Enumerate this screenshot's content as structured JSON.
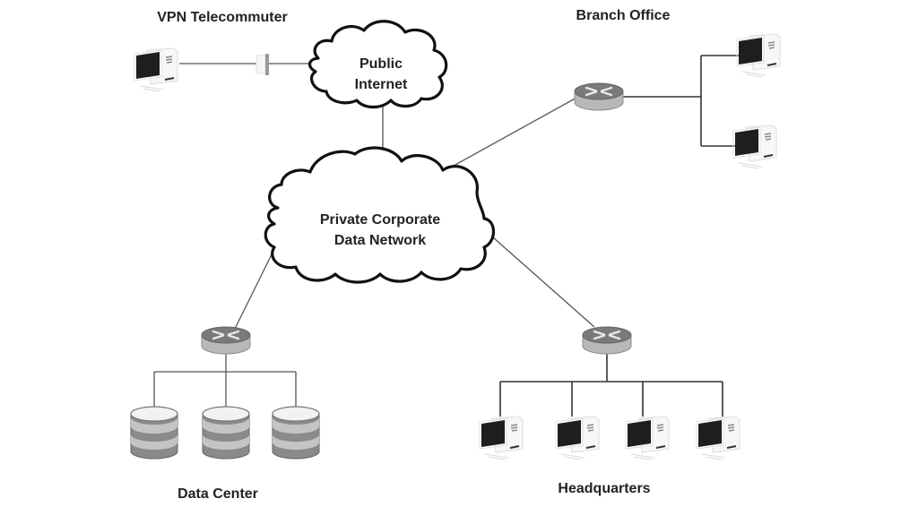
{
  "diagram": {
    "title": "Corporate network topology",
    "regions": {
      "vpn": "VPN Telecommuter",
      "branch": "Branch Office",
      "datacenter": "Data Center",
      "headquarters": "Headquarters"
    },
    "clouds": {
      "internet": [
        "Public",
        "Internet"
      ],
      "private": [
        "Private Corporate",
        "Data Network"
      ]
    },
    "devices": {
      "vpn_workstations": 1,
      "vpn_firewalls": 1,
      "branch_routers": 1,
      "branch_workstations": 2,
      "datacenter_routers": 1,
      "datacenter_databases": 3,
      "hq_routers": 1,
      "hq_workstations": 4
    },
    "connections": [
      {
        "from": "VPN Telecommuter workstation",
        "to": "VPN firewall"
      },
      {
        "from": "VPN firewall",
        "to": "Public Internet"
      },
      {
        "from": "Public Internet",
        "to": "Private Corporate Data Network"
      },
      {
        "from": "Private Corporate Data Network",
        "to": "Branch Office router"
      },
      {
        "from": "Private Corporate Data Network",
        "to": "Data Center router"
      },
      {
        "from": "Private Corporate Data Network",
        "to": "Headquarters router"
      },
      {
        "from": "Branch Office router",
        "to": "Branch Office workstations"
      },
      {
        "from": "Data Center router",
        "to": "Data Center databases"
      },
      {
        "from": "Headquarters router",
        "to": "Headquarters workstations"
      }
    ],
    "colors": {
      "cloud_stroke": "#111111",
      "router_top": "#7a7a7a",
      "router_side": "#b5b5b5",
      "db_dark": "#8a8a8a",
      "db_light": "#c4c4c4",
      "screen": "#1e1e1e"
    }
  }
}
